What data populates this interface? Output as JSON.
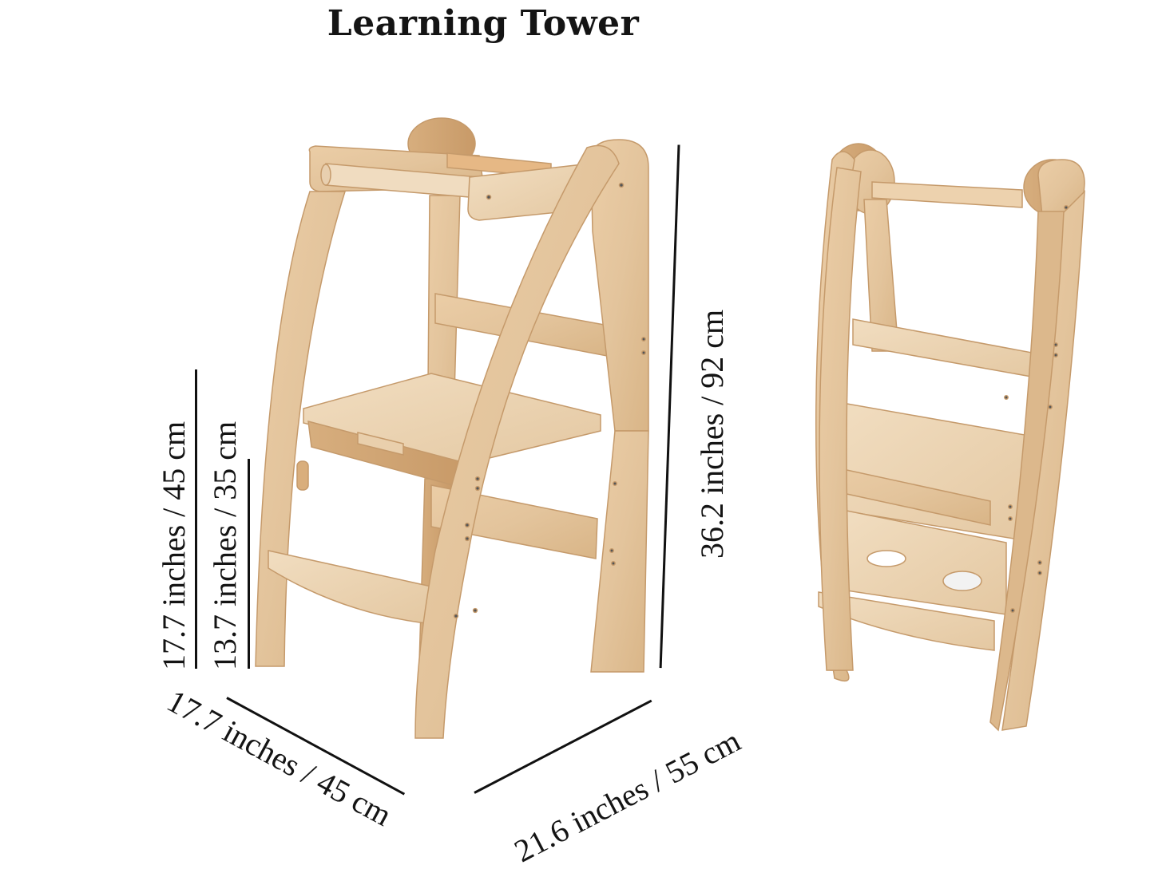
{
  "title": "Learning Tower",
  "product": {
    "name": "Learning Tower",
    "material_color": "#E2C29A",
    "material_edge_color": "#C9A072",
    "views": [
      {
        "name": "unfolded-front-angle"
      },
      {
        "name": "folded-view"
      }
    ]
  },
  "dimensions": {
    "height_total": {
      "label": "36.2 inches / 92 cm",
      "inches": 36.2,
      "cm": 92
    },
    "platform_height_max": {
      "label": "17.7 inches / 45 cm",
      "inches": 17.7,
      "cm": 45
    },
    "platform_height_min": {
      "label": "13.7 inches / 35 cm",
      "inches": 13.7,
      "cm": 35
    },
    "depth": {
      "label": "17.7 inches / 45 cm",
      "inches": 17.7,
      "cm": 45
    },
    "width": {
      "label": "21.6 inches / 55 cm",
      "inches": 21.6,
      "cm": 55
    }
  },
  "colors": {
    "background": "#FFFFFF",
    "text": "#141414",
    "line": "#111111"
  }
}
